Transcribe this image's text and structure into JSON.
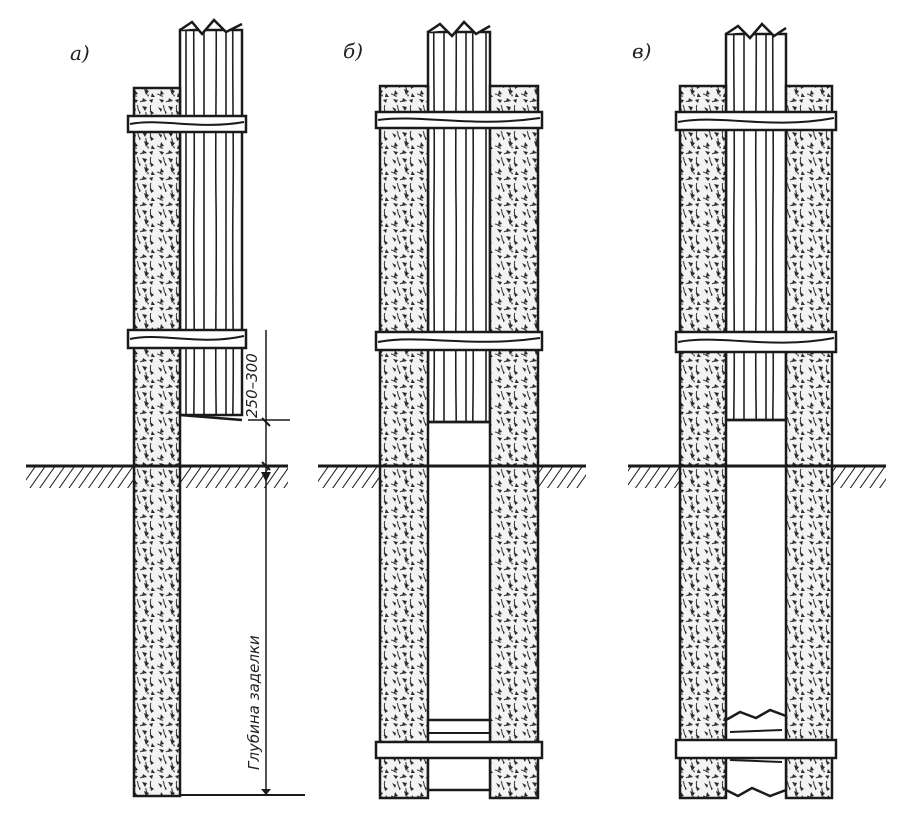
{
  "figure": {
    "panels": [
      {
        "id": "a",
        "label": "а)",
        "description": "stake with single support post"
      },
      {
        "id": "b",
        "label": "б)",
        "description": "post between two supports"
      },
      {
        "id": "c",
        "label": "в)",
        "description": "post between two supports with spacer block"
      }
    ],
    "dimensions": {
      "gap_label": "250–300",
      "depth_label": "Глубина заделки"
    },
    "colors": {
      "ink": "#1a1a1a",
      "paper": "#ffffff",
      "concrete_fill": "#f2f2f2",
      "speckle": "#2b2b2b"
    }
  }
}
